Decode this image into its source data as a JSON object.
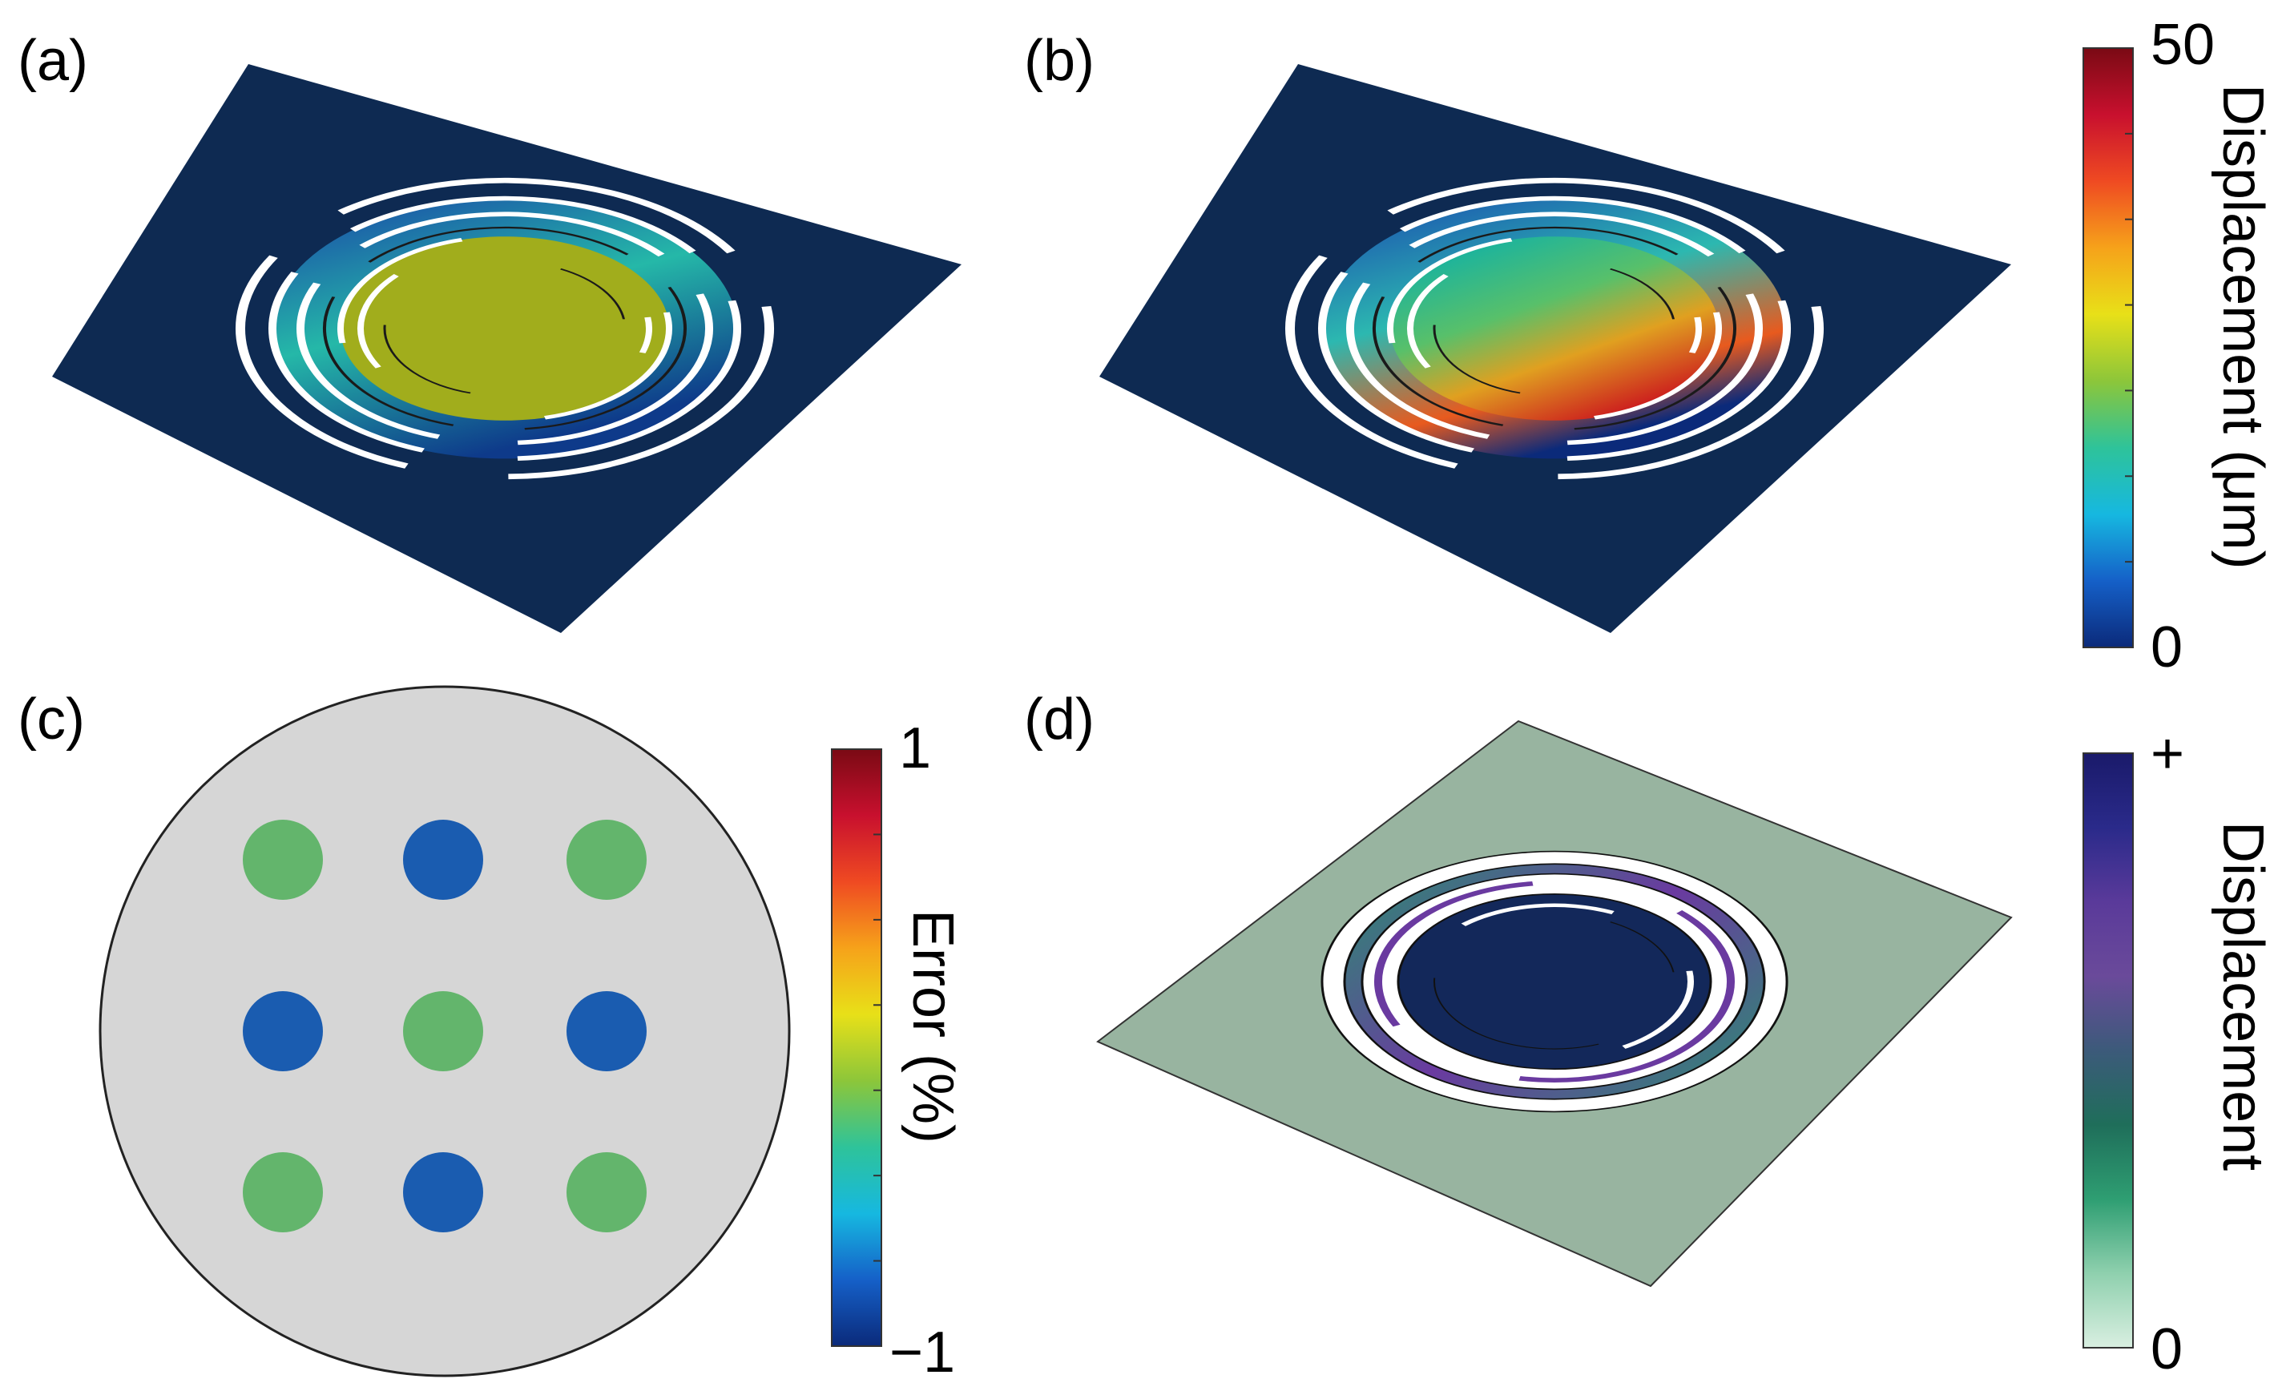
{
  "panels": {
    "a": {
      "label": "(a)"
    },
    "b": {
      "label": "(b)"
    },
    "c": {
      "label": "(c)"
    },
    "d": {
      "label": "(d)"
    }
  },
  "colorbars": {
    "displacement_um": {
      "title": "Displacement (μm)",
      "max": "50",
      "min": "0",
      "stops": [
        "#0b2a7a",
        "#1560c8",
        "#16b8e0",
        "#2ec39a",
        "#8cc63a",
        "#e8e018",
        "#f6a21a",
        "#ef4a22",
        "#c8102e",
        "#7a0a14"
      ]
    },
    "error_pct": {
      "title": "Error (%)",
      "max": "1",
      "min": "−1",
      "stops": [
        "#0b2a7a",
        "#1560c8",
        "#16b8e0",
        "#2ec39a",
        "#8cc63a",
        "#e8e018",
        "#f6a21a",
        "#ef4a22",
        "#c8102e",
        "#7a0a14"
      ]
    },
    "displacement_rel": {
      "title": "Displacement",
      "max": "+",
      "min": "0",
      "stops": [
        "#d9efe1",
        "#8fd0ae",
        "#2e9e72",
        "#1f6e5a",
        "#3c5a7a",
        "#6a4a9a",
        "#5a3a9a",
        "#2a2a8a",
        "#1a1a6a"
      ]
    }
  },
  "error_grid": {
    "rows": [
      [
        "green",
        "blue",
        "green"
      ],
      [
        "blue",
        "green",
        "blue"
      ],
      [
        "green",
        "blue",
        "green"
      ]
    ],
    "colors": {
      "green": "#63b56c",
      "blue": "#1a5cb0",
      "disk": "#d6d6d6"
    }
  },
  "plate_colors": {
    "a": {
      "plate": "#0e2a52",
      "center": "#a1ad1c"
    },
    "b": {
      "plate": "#0e2a52"
    },
    "d": {
      "plate": "#98b4a0",
      "center": "#13285a"
    }
  }
}
